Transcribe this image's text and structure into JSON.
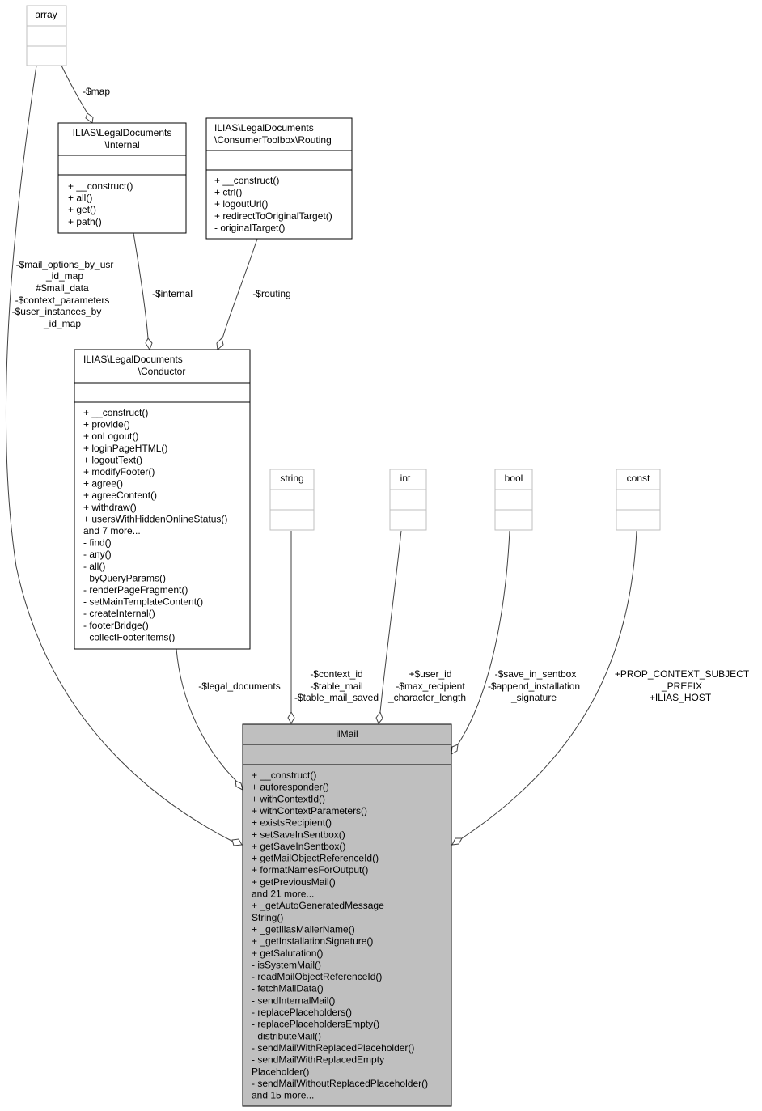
{
  "nodes": {
    "array": {
      "title": [
        "array"
      ]
    },
    "internal": {
      "title": [
        "ILIAS\\LegalDocuments",
        "\\Internal"
      ],
      "members": [
        "+ __construct()",
        "+ all()",
        "+ get()",
        "+ path()"
      ]
    },
    "routing": {
      "title": [
        "ILIAS\\LegalDocuments",
        "\\ConsumerToolbox\\Routing"
      ],
      "members": [
        "+ __construct()",
        "+ ctrl()",
        "+ logoutUrl()",
        "+ redirectToOriginalTarget()",
        "- originalTarget()"
      ]
    },
    "conductor": {
      "title": [
        "ILIAS\\LegalDocuments",
        "\\Conductor"
      ],
      "members": [
        "+ __construct()",
        "+ provide()",
        "+ onLogout()",
        "+ loginPageHTML()",
        "+ logoutText()",
        "+ modifyFooter()",
        "+ agree()",
        "+ agreeContent()",
        "+ withdraw()",
        "+ usersWithHiddenOnlineStatus()",
        "and 7 more...",
        "- find()",
        "- any()",
        "- all()",
        "- byQueryParams()",
        "- renderPageFragment()",
        "- setMainTemplateContent()",
        "- createInternal()",
        "- footerBridge()",
        "- collectFooterItems()"
      ]
    },
    "string": {
      "title": [
        "string"
      ]
    },
    "int": {
      "title": [
        "int"
      ]
    },
    "bool": {
      "title": [
        "bool"
      ]
    },
    "const": {
      "title": [
        "const"
      ]
    },
    "ilmail": {
      "title": [
        "ilMail"
      ],
      "members": [
        "+ __construct()",
        "+ autoresponder()",
        "+ withContextId()",
        "+ withContextParameters()",
        "+ existsRecipient()",
        "+ setSaveInSentbox()",
        "+ getSaveInSentbox()",
        "+ getMailObjectReferenceId()",
        "+ formatNamesForOutput()",
        "+ getPreviousMail()",
        "and 21 more...",
        "+ _getAutoGeneratedMessage",
        "String()",
        "+ _getIliasMailerName()",
        "+ _getInstallationSignature()",
        "+ getSalutation()",
        "- isSystemMail()",
        "- readMailObjectReferenceId()",
        "- fetchMailData()",
        "- sendInternalMail()",
        "- replacePlaceholders()",
        "- replacePlaceholdersEmpty()",
        "- distributeMail()",
        "- sendMailWithReplacedPlaceholder()",
        "- sendMailWithReplacedEmpty",
        "Placeholder()",
        "- sendMailWithoutReplacedPlaceholder()",
        "and 15 more..."
      ]
    }
  },
  "edge_labels": {
    "map": [
      "-$map"
    ],
    "array_ilmail": [
      "-$mail_options_by_usr",
      "_id_map",
      "#$mail_data",
      "-$context_parameters",
      "-$user_instances_by",
      "_id_map"
    ],
    "internal": [
      "-$internal"
    ],
    "routing": [
      "-$routing"
    ],
    "legal_documents": [
      "-$legal_documents"
    ],
    "string_ilmail": [
      "-$context_id",
      "-$table_mail",
      "-$table_mail_saved"
    ],
    "int_ilmail": [
      "+$user_id",
      "-$max_recipient",
      "_character_length"
    ],
    "bool_ilmail": [
      "-$save_in_sentbox",
      "-$append_installation",
      "_signature"
    ],
    "const_ilmail": [
      "+PROP_CONTEXT_SUBJECT",
      "_PREFIX",
      "+ILIAS_HOST"
    ]
  }
}
